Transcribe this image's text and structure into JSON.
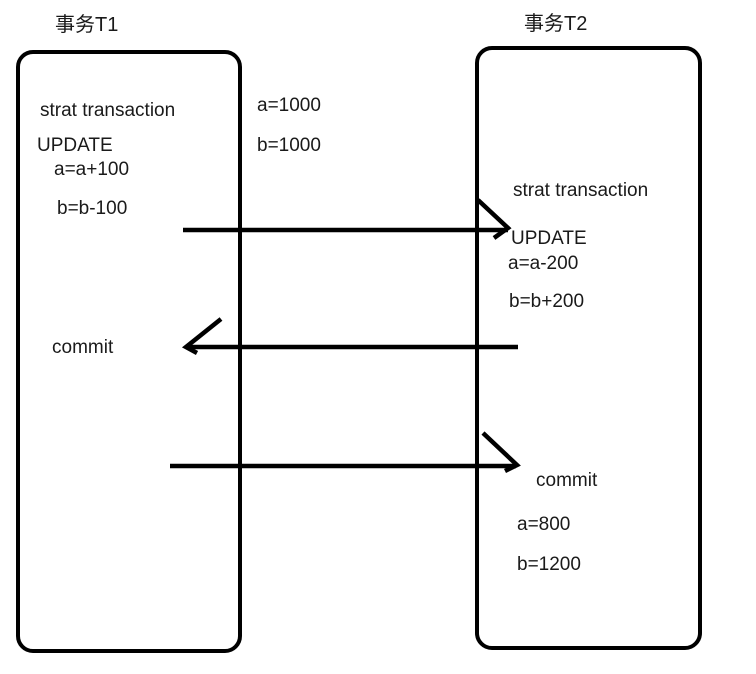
{
  "diagram": {
    "kind": "transaction-concurrency-diagram",
    "colors": {
      "ink": "#1a1a1a",
      "line": "#000000",
      "background": "#ffffff"
    },
    "t1": {
      "title": "事务T1",
      "start_transaction": "strat transaction",
      "update": "UPDATE",
      "update_a": "a=a+100",
      "update_b": "b=b-100",
      "commit": "commit"
    },
    "shared_initial_values": {
      "a": "a=1000",
      "b": "b=1000"
    },
    "t2": {
      "title": "事务T2",
      "start_transaction": "strat transaction",
      "update": "UPDATE",
      "update_a": "a=a-200",
      "update_b": "b=b+200",
      "commit": "commit",
      "result_a": "a=800",
      "result_b": "b=1200"
    },
    "arrows": [
      {
        "name": "t1-update-to-t2-start",
        "direction": "right"
      },
      {
        "name": "t2-update-to-t1-commit",
        "direction": "left"
      },
      {
        "name": "t1-commit-to-t2-commit",
        "direction": "right"
      }
    ]
  }
}
